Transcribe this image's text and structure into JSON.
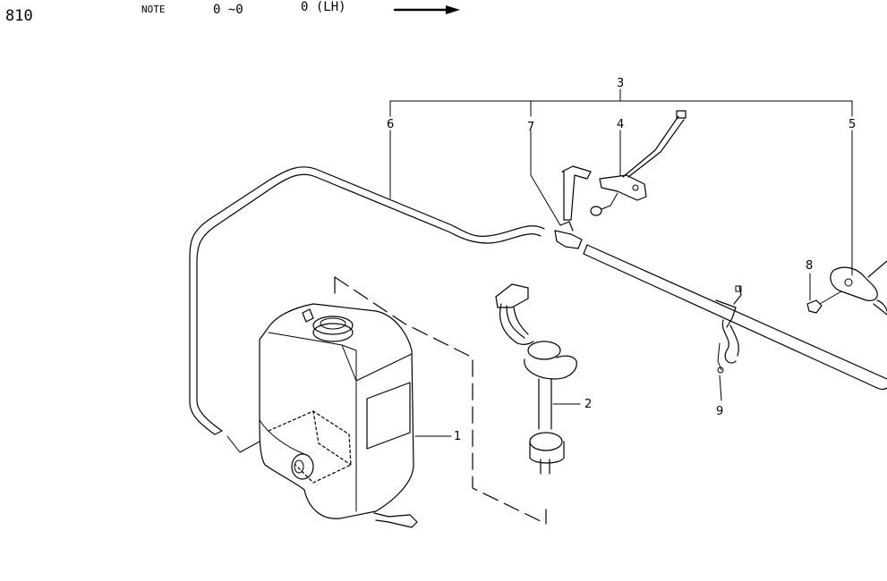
{
  "header": {
    "page_number": "810",
    "note_label": "NOTE",
    "range_text": "0 ∼0",
    "side_text": "0 (LH)"
  },
  "callouts": {
    "c1": "1",
    "c2": "2",
    "c3": "3",
    "c4": "4",
    "c5": "5",
    "c6": "6",
    "c7": "7",
    "c8": "8",
    "c9": "9"
  }
}
